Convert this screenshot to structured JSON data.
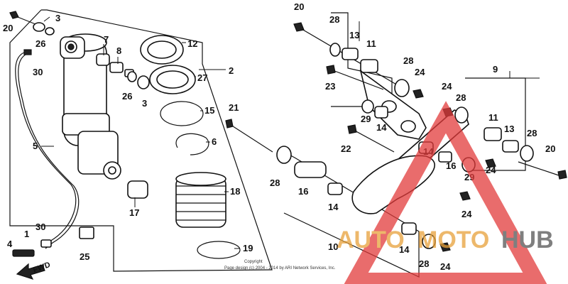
{
  "diagram": {
    "direction_label": "FWD",
    "copyright_line1": "Copyright",
    "copyright_line2": "Page design (c) 2004 - 2014 by ARI Network Services, Inc.",
    "part_numbers": {
      "p20a": "20",
      "p3a": "3",
      "p26a": "26",
      "p30a": "30",
      "p7": "7",
      "p8": "8",
      "p12": "12",
      "p2": "2",
      "p27": "27",
      "p26b": "26",
      "p3b": "3",
      "p15": "15",
      "p5": "5",
      "p21": "21",
      "p6": "6",
      "p18": "18",
      "p17": "17",
      "p4": "4",
      "p1": "1",
      "p30b": "30",
      "p25": "25",
      "p19": "19",
      "p20b": "20",
      "p28a": "28",
      "p13a": "13",
      "p11a": "11",
      "p28b": "28",
      "p24a": "24",
      "p23": "23",
      "p9": "9",
      "p24b": "24",
      "p28c": "28",
      "p29a": "29",
      "p14a": "14",
      "p11b": "11",
      "p13b": "13",
      "p28d": "28",
      "p20c": "20",
      "p22": "22",
      "p14b": "14",
      "p16a": "16",
      "p29b": "29",
      "p24c": "24",
      "p28e": "28",
      "p16b": "16",
      "p14c": "14",
      "p24d": "24",
      "p10": "10",
      "p14d": "14",
      "p28f": "28",
      "p24e": "24"
    }
  },
  "watermark": {
    "auto": "AUTO",
    "moto": "MOTO",
    "hub": "HUB",
    "accent_color": "#e8a13a",
    "red_color": "#e23b3b",
    "gray_color": "#555555"
  }
}
